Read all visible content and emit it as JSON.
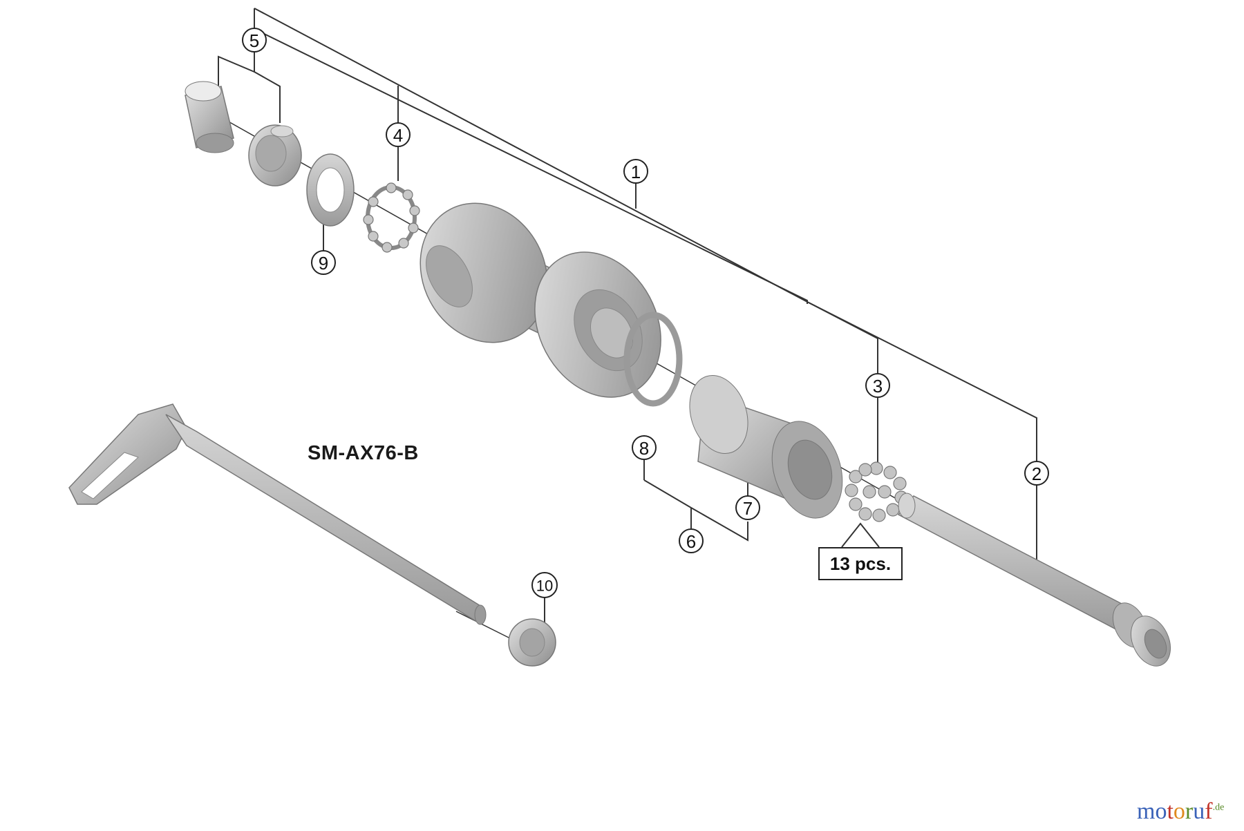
{
  "model": "SM-AX76-B",
  "quantity_note": "13 pcs.",
  "callouts": [
    "1",
    "2",
    "3",
    "4",
    "5",
    "6",
    "7",
    "8",
    "9",
    "10"
  ],
  "watermark": {
    "letters": [
      "m",
      "o",
      "t",
      "o",
      "r",
      "u",
      "f"
    ],
    "colors": [
      "#3a62b8",
      "#3a62b8",
      "#c2342a",
      "#e08a1e",
      "#5b8c2a",
      "#3a62b8",
      "#c2342a"
    ],
    "suffix": ".de"
  },
  "colors": {
    "line": "#333333",
    "part_fill": "#b8b8b8",
    "part_dark": "#8f8f8f",
    "part_light": "#dcdcdc"
  }
}
